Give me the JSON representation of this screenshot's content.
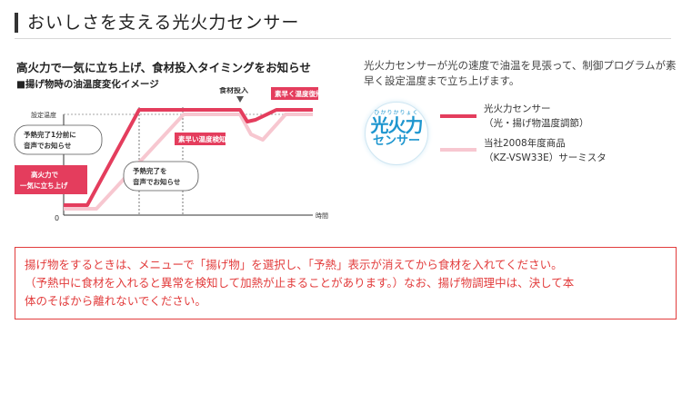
{
  "header": {
    "title": "おいしさを支える光火力センサー"
  },
  "lead": "高火力で一気に立ち上げ、食材投入タイミングをお知らせ",
  "subtitle": "■揚げ物時の油温度変化イメージ",
  "description": "光火力センサーが光の速度で油温を見張って、制御プログラムが素早く設定温度まで立ち上げます。",
  "logo": {
    "ruby": "ひかりかりょく",
    "line1": "光火力",
    "line2": "センサー"
  },
  "legend": {
    "sensor": {
      "line1": "光火力センサー",
      "line2": "（光・揚げ物温度調節）",
      "color": "#e43d5d"
    },
    "old": {
      "line1": "当社2008年度商品",
      "line2": "（KZ-VSW33E）サーミスタ",
      "color": "#f7c7d0"
    }
  },
  "chart_data": {
    "type": "line",
    "ylabel": "設定温度",
    "xlabel": "時間",
    "y_origin": "0",
    "series": [
      {
        "name": "光火力センサー",
        "color": "#e43d5d"
      },
      {
        "name": "当社2008年度商品（KZ-VSW33E）サーミスタ",
        "color": "#f7c7d0"
      }
    ],
    "annotations": {
      "preheat_notice": [
        "予熱完了1分前に",
        "音声でお知らせ"
      ],
      "rise": [
        "高火力で",
        "一気に立ち上げ"
      ],
      "preheat_done": [
        "予熱完了を",
        "音声でお知らせ"
      ],
      "drop_detect": "素早い温度検知",
      "food_in": "食材投入",
      "recovery": "素早く温度復帰"
    }
  },
  "note": {
    "line1": "揚げ物をするときは、メニューで「揚げ物」を選択し、「予熱」表示が消えてから食材を入れてください。",
    "line2": "（予熱中に食材を入れると異常を検知して加熱が止まることがあります。）なお、揚げ物調理中は、決して本",
    "line3": "体のそばから離れないでください。"
  }
}
